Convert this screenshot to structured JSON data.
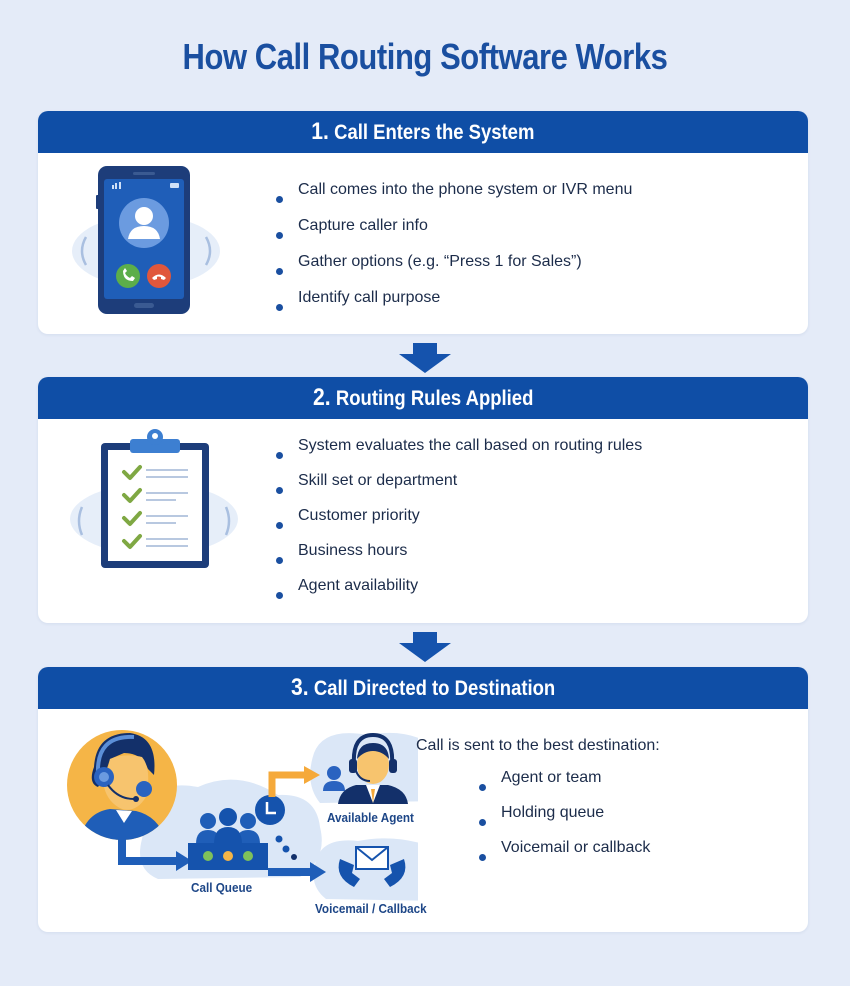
{
  "title": "How Call Routing Software Works",
  "colors": {
    "background": "#e4ebf8",
    "header_blue": "#0f4ea6",
    "title_blue": "#1a4fa0",
    "accent_orange": "#f5a93a",
    "check_green": "#7fa843",
    "decline_red": "#e0573c",
    "accept_green": "#5cae4a"
  },
  "steps": [
    {
      "number": "1.",
      "heading": "Call Enters the System",
      "icon": "smartphone-incoming-call-icon",
      "bullets": [
        "Call comes into the phone system or IVR menu",
        "Capture caller info",
        "Gather options (e.g. “Press 1 for Sales”)",
        "Identify call purpose"
      ]
    },
    {
      "number": "2.",
      "heading": "Routing Rules Applied",
      "icon": "clipboard-checklist-icon",
      "bullets": [
        "System evaluates the call based on routing rules",
        "Skill set or department",
        "Customer priority",
        "Business hours",
        "Agent availability"
      ]
    },
    {
      "number": "3.",
      "heading": "Call Directed to Destination",
      "icon": "call-flow-diagram-icon",
      "intro": "Call is sent to the best destination:",
      "bullets": [
        "Agent or team",
        "Holding queue",
        "Voicemail or callback"
      ],
      "diagram_labels": {
        "queue": "Call Queue",
        "agent": "Available Agent",
        "voicemail": "Voicemail / Callback"
      }
    }
  ]
}
